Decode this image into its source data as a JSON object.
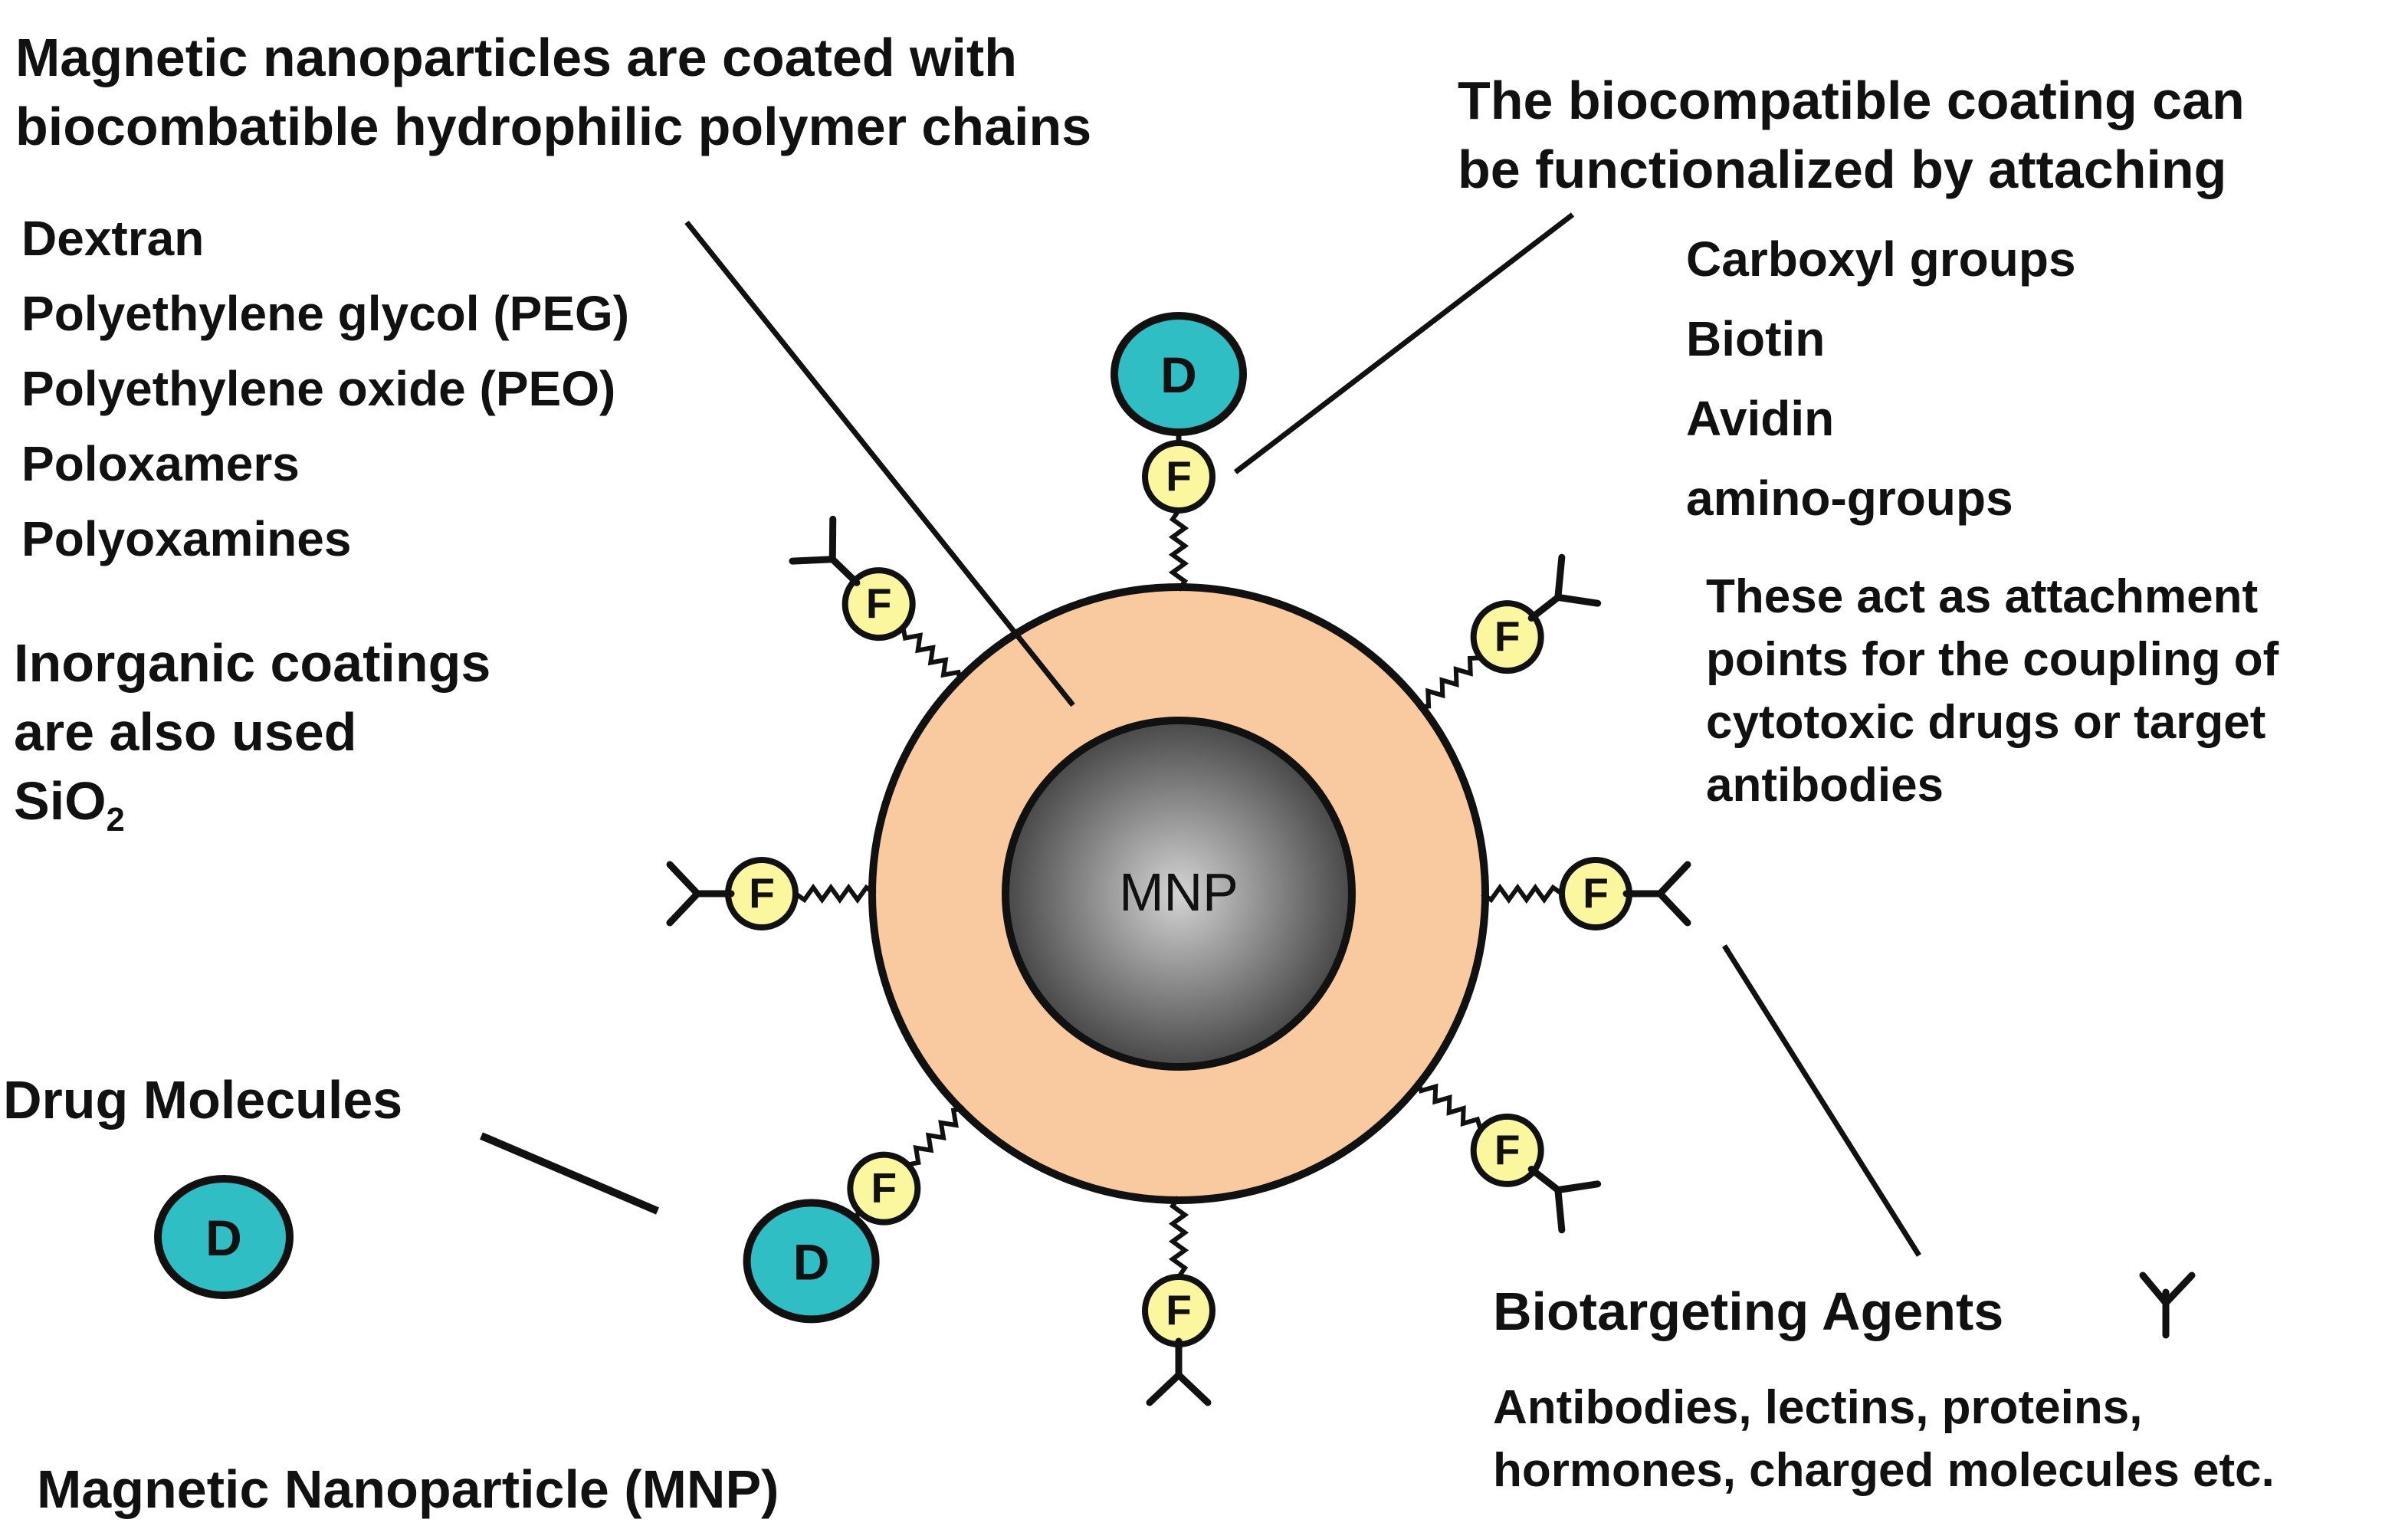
{
  "coating_title": [
    "Magnetic nanoparticles are coated with",
    "biocombatible hydrophilic polymer chains"
  ],
  "polymers": [
    "Dextran",
    "Polyethylene glycol (PEG)",
    "Polyethylene oxide (PEO)",
    "Poloxamers",
    "Polyoxamines"
  ],
  "inorganic": {
    "lines": [
      "Inorganic coatings",
      "are also used"
    ],
    "formula_base": "SiO",
    "formula_sub": "2"
  },
  "functional_title": [
    "The biocompatible coating can",
    "be functionalized by attaching"
  ],
  "functional_groups": [
    "Carboxyl groups",
    "Biotin",
    "Avidin",
    "amino-groups"
  ],
  "attachment_note": [
    "These act as attachment",
    "points for the coupling of",
    "cytotoxic drugs or target",
    "antibodies"
  ],
  "drug_label": "Drug Molecules",
  "biotargeting": {
    "title": "Biotargeting Agents",
    "lines": [
      "Antibodies, lectins, proteins,",
      "hormones, charged molecules etc."
    ]
  },
  "mnp_caption": "Magnetic Nanoparticle (MNP)",
  "particle": {
    "core_label": "MNP",
    "linker_label": "F",
    "drug_symbol": "D"
  },
  "colors": {
    "shell": "#F9C9A0",
    "linker": "#FBF79E",
    "drug": "#2EBEC4",
    "core_light": "#d4d4d4",
    "core_dark": "#3a3a3a",
    "outline": "#111111"
  }
}
